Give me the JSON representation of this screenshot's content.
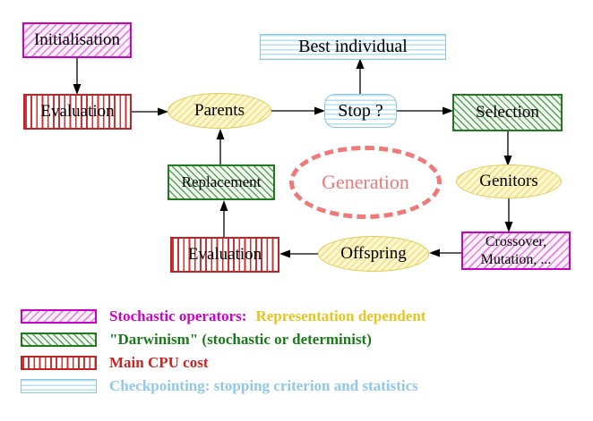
{
  "nodes": {
    "initialisation": "Initialisation",
    "evaluation_top": "Evaluation",
    "parents": "Parents",
    "best_individual": "Best individual",
    "stop": "Stop ?",
    "selection": "Selection",
    "replacement": "Replacement",
    "generation": "Generation",
    "genitors": "Genitors",
    "evaluation_bottom": "Evaluation",
    "crossover_line1": "Crossover,",
    "crossover_line2": "Mutation, ...",
    "offspring": "Offspring"
  },
  "edges": [
    {
      "from": "Initialisation",
      "to": "Evaluation"
    },
    {
      "from": "Evaluation",
      "to": "Parents"
    },
    {
      "from": "Parents",
      "to": "Stop ?"
    },
    {
      "from": "Stop ?",
      "to": "Best individual"
    },
    {
      "from": "Stop ?",
      "to": "Selection"
    },
    {
      "from": "Selection",
      "to": "Genitors"
    },
    {
      "from": "Genitors",
      "to": "Crossover, Mutation, ..."
    },
    {
      "from": "Crossover, Mutation, ...",
      "to": "Offspring"
    },
    {
      "from": "Offspring",
      "to": "Evaluation"
    },
    {
      "from": "Evaluation",
      "to": "Replacement"
    },
    {
      "from": "Replacement",
      "to": "Parents"
    }
  ],
  "legend": {
    "items": [
      {
        "swatch": "magenta-diagonal-hatch",
        "label": "Stochastic operators:",
        "label2": "Representation dependent"
      },
      {
        "swatch": "green-diagonal-hatch",
        "label": "\"Darwinism\" (stochastic or determinist)"
      },
      {
        "swatch": "red-vertical-stripes",
        "label": "Main CPU cost"
      },
      {
        "swatch": "cyan-horizontal-stripes",
        "label": "Checkpointing: stopping criterion and statistics"
      }
    ]
  },
  "colors": {
    "magenta": "#cc00cc",
    "dark_green": "#1e7a1e",
    "red": "#cc2222",
    "light_blue": "#8fc8e8",
    "gold_yellow": "#e8c41c",
    "salmon_pink": "#ee7979",
    "pale_yellow_fill": "#fcf7cd",
    "arrow_black": "#000000"
  }
}
